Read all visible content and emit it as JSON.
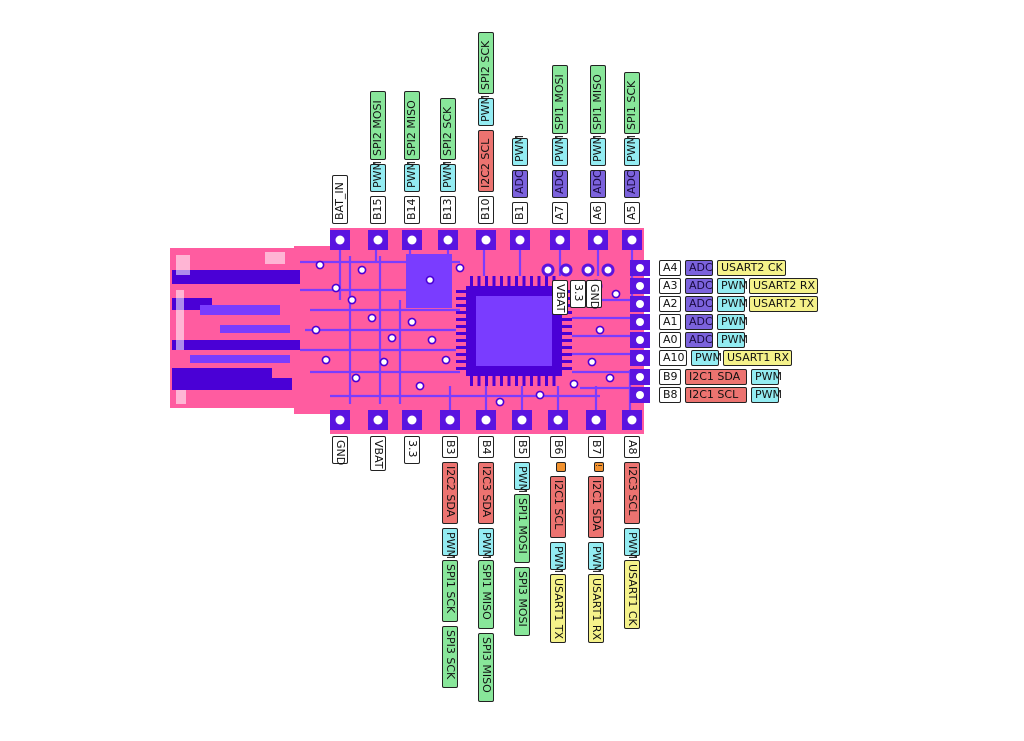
{
  "colors": {
    "name": "#ffffff",
    "adc": "#7b62dc",
    "pwm": "#93ecf2",
    "spi": "#88e69a",
    "i2c": "#ec7370",
    "usart": "#f5f28a",
    "orange": "#f2922e",
    "pcb_bg": "#ff5ca0",
    "pcb_trace": "#7a3cff",
    "pcb_dark": "#4a00d6",
    "pcb_pad": "#5a14e0"
  },
  "top_pins": [
    {
      "name": "BAT_IN",
      "funcs": []
    },
    {
      "name": "B15",
      "funcs": [
        {
          "t": "PWM",
          "k": "pwm"
        },
        {
          "t": "SPI2 MOSI",
          "k": "spi"
        }
      ]
    },
    {
      "name": "B14",
      "funcs": [
        {
          "t": "PWM",
          "k": "pwm"
        },
        {
          "t": "SPI2 MISO",
          "k": "spi"
        }
      ]
    },
    {
      "name": "B13",
      "funcs": [
        {
          "t": "PWM",
          "k": "pwm"
        },
        {
          "t": "SPI2 SCK",
          "k": "spi"
        }
      ]
    },
    {
      "name": "B10",
      "funcs": [
        {
          "t": "I2C2 SCL",
          "k": "i2c"
        },
        {
          "t": "PWM",
          "k": "pwm"
        },
        {
          "t": "SPI2 SCK",
          "k": "spi"
        }
      ]
    },
    {
      "name": "B1",
      "funcs": [
        {
          "t": "ADC",
          "k": "adc"
        },
        {
          "t": "PWM",
          "k": "pwm"
        }
      ]
    },
    {
      "name": "A7",
      "funcs": [
        {
          "t": "ADC",
          "k": "adc"
        },
        {
          "t": "PWM",
          "k": "pwm"
        },
        {
          "t": "SPI1 MOSI",
          "k": "spi"
        }
      ]
    },
    {
      "name": "A6",
      "funcs": [
        {
          "t": "ADC",
          "k": "adc"
        },
        {
          "t": "PWM",
          "k": "pwm"
        },
        {
          "t": "SPI1 MISO",
          "k": "spi"
        }
      ]
    },
    {
      "name": "A5",
      "funcs": [
        {
          "t": "ADC",
          "k": "adc"
        },
        {
          "t": "PWM",
          "k": "pwm"
        },
        {
          "t": "SPI1 SCK",
          "k": "spi"
        }
      ]
    }
  ],
  "bottom_pins": [
    {
      "name": "GND",
      "funcs": []
    },
    {
      "name": "VBAT",
      "funcs": []
    },
    {
      "name": "3.3",
      "funcs": []
    },
    {
      "name": "B3",
      "funcs": [
        {
          "t": "I2C2 SDA",
          "k": "i2c"
        },
        {
          "t": "PWM",
          "k": "pwm"
        },
        {
          "t": "SPI1 SCK",
          "k": "spi"
        },
        {
          "t": "SPI3 SCK",
          "k": "spi"
        }
      ]
    },
    {
      "name": "B4",
      "funcs": [
        {
          "t": "I2C3 SDA",
          "k": "i2c"
        },
        {
          "t": "PWM",
          "k": "pwm"
        },
        {
          "t": "SPI1 MISO",
          "k": "spi"
        },
        {
          "t": "SPI3 MISO",
          "k": "spi"
        }
      ]
    },
    {
      "name": "B5",
      "funcs": [
        {
          "t": "PWM",
          "k": "pwm"
        },
        {
          "t": "SPI1 MOSI",
          "k": "spi"
        },
        {
          "t": "SPI3 MOSI",
          "k": "spi"
        }
      ]
    },
    {
      "name": "B6",
      "marker": "",
      "funcs": [
        {
          "t": "I2C1 SCL",
          "k": "i2c"
        },
        {
          "t": "PWM",
          "k": "pwm"
        },
        {
          "t": "USART1 TX",
          "k": "usart"
        }
      ]
    },
    {
      "name": "B7",
      "marker": "!",
      "funcs": [
        {
          "t": "I2C1 SDA",
          "k": "i2c"
        },
        {
          "t": "PWM",
          "k": "pwm"
        },
        {
          "t": "USART1 RX",
          "k": "usart"
        }
      ]
    },
    {
      "name": "A8",
      "funcs": [
        {
          "t": "I2C3 SCL",
          "k": "i2c"
        },
        {
          "t": "PWM",
          "k": "pwm"
        },
        {
          "t": "USART1 CK",
          "k": "usart"
        }
      ]
    }
  ],
  "right_pins": [
    {
      "name": "A4",
      "funcs": [
        {
          "t": "ADC",
          "k": "adc"
        },
        {
          "t": "USART2 CK",
          "k": "usart"
        }
      ]
    },
    {
      "name": "A3",
      "funcs": [
        {
          "t": "ADC",
          "k": "adc"
        },
        {
          "t": "PWM",
          "k": "pwm"
        },
        {
          "t": "USART2 RX",
          "k": "usart"
        }
      ]
    },
    {
      "name": "A2",
      "funcs": [
        {
          "t": "ADC",
          "k": "adc"
        },
        {
          "t": "PWM",
          "k": "pwm"
        },
        {
          "t": "USART2 TX",
          "k": "usart"
        }
      ]
    },
    {
      "name": "A1",
      "funcs": [
        {
          "t": "ADC",
          "k": "adc"
        },
        {
          "t": "PWM",
          "k": "pwm"
        }
      ]
    },
    {
      "name": "A0",
      "funcs": [
        {
          "t": "ADC",
          "k": "adc"
        },
        {
          "t": "PWM",
          "k": "pwm"
        }
      ]
    },
    {
      "name": "A10",
      "funcs": [
        {
          "t": "PWM",
          "k": "pwm"
        },
        {
          "t": "USART1 RX",
          "k": "usart"
        }
      ]
    },
    {
      "name": "B9",
      "funcs": [
        {
          "t": "I2C1 SDA",
          "k": "i2c"
        },
        {
          "t": "PWM",
          "k": "pwm"
        }
      ]
    },
    {
      "name": "B8",
      "funcs": [
        {
          "t": "I2C1 SCL",
          "k": "i2c"
        },
        {
          "t": "PWM",
          "k": "pwm"
        }
      ]
    }
  ],
  "board_labels": [
    {
      "t": "VBAT",
      "k": "name"
    },
    {
      "t": "3.3",
      "k": "name"
    },
    {
      "t": "GND",
      "k": "name"
    }
  ]
}
